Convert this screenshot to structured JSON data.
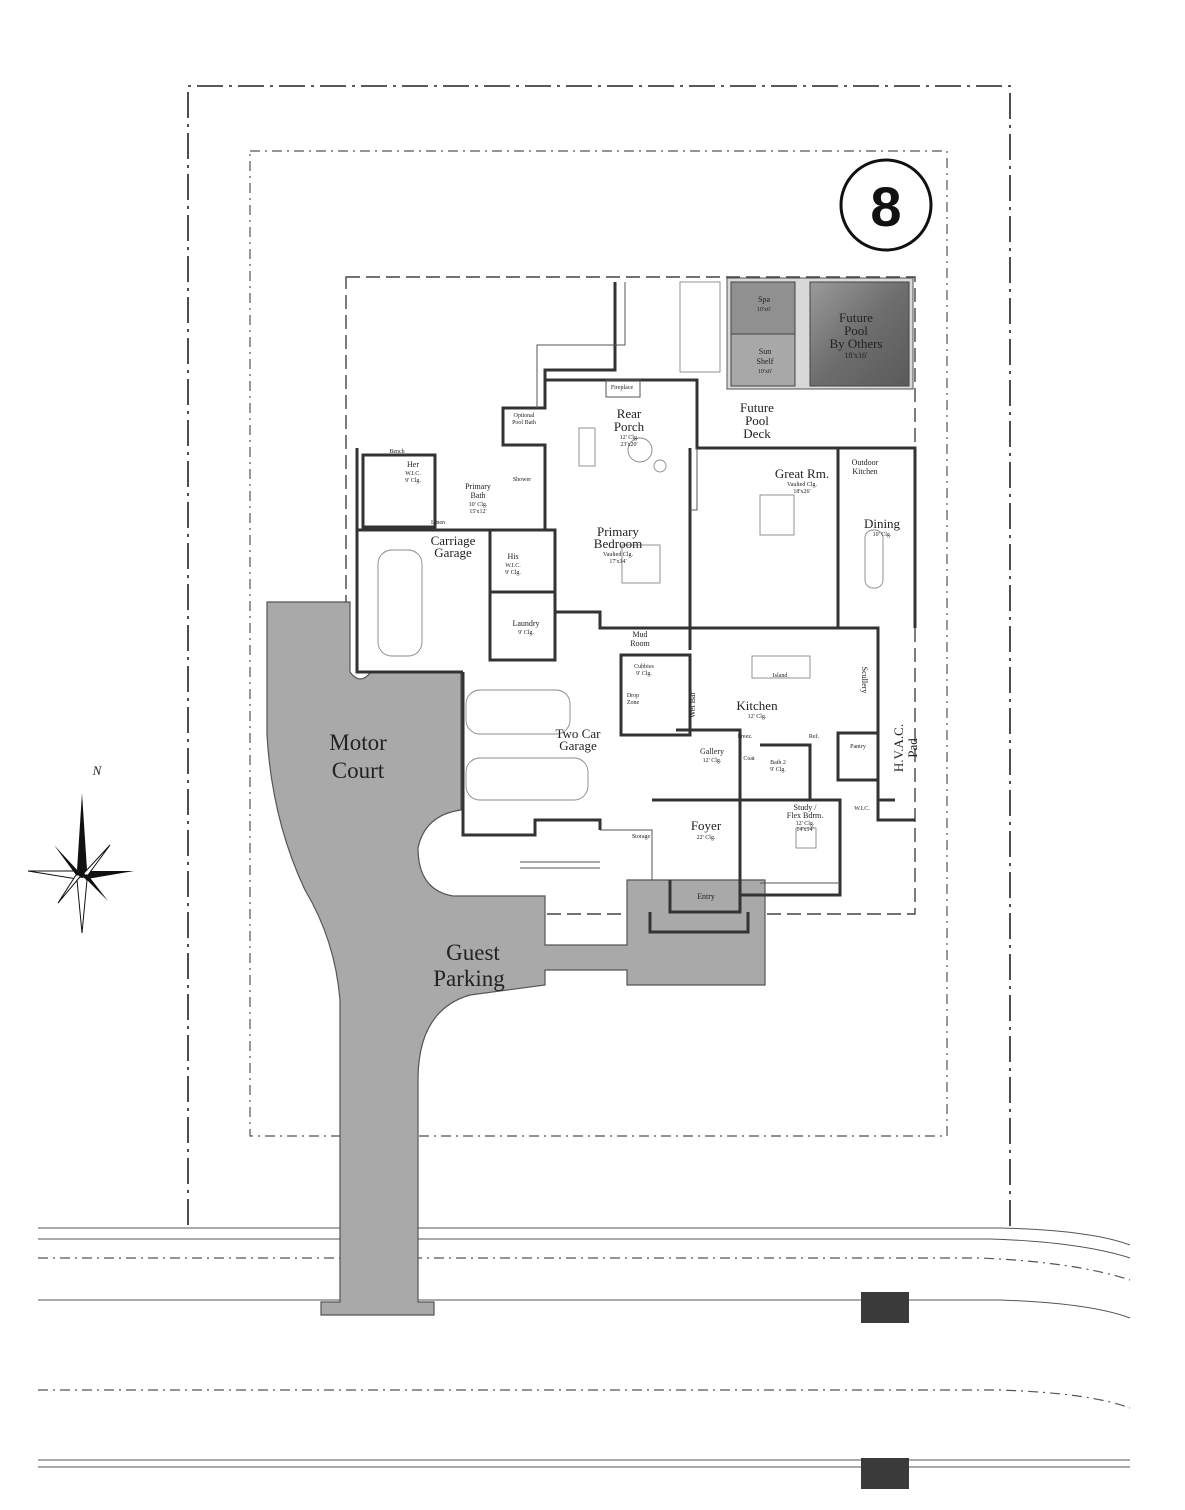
{
  "lot": {
    "number": "8"
  },
  "north": {
    "label": "N"
  },
  "site": {
    "motor_court": [
      "Motor",
      "Court"
    ],
    "guest_parking": [
      "Guest",
      "Parking"
    ]
  },
  "pool": {
    "spa": {
      "name": "Spa",
      "dims": "10'x6'"
    },
    "sun_shelf": {
      "name": "Sun",
      "name2": "Shelf",
      "dims": "10'x6'"
    },
    "future_pool": {
      "line1": "Future",
      "line2": "Pool",
      "line3": "By Others",
      "dims": "18'x16'"
    },
    "deck": [
      "Future",
      "Pool",
      "Deck"
    ]
  },
  "rooms": {
    "rear_porch": {
      "name1": "Rear",
      "name2": "Porch",
      "ceiling": "12' Clg.",
      "dims": "23'x20'"
    },
    "optional_pool_bath": {
      "name1": "Optional",
      "name2": "Pool Bath"
    },
    "her_wic": {
      "name": "Her",
      "name2": "W.I.C.",
      "ceiling": "9' Clg."
    },
    "primary_bath": {
      "name1": "Primary",
      "name2": "Bath",
      "ceiling": "10' Clg.",
      "dims": "15'x12'"
    },
    "shower": {
      "name": "Shower"
    },
    "carriage_garage": {
      "name1": "Carriage",
      "name2": "Garage"
    },
    "his_wic": {
      "name": "His",
      "name2": "W.I.C.",
      "ceiling": "9' Clg."
    },
    "primary_bedroom": {
      "name1": "Primary",
      "name2": "Bedroom",
      "ceiling": "Vaulted Clg.",
      "dims": "17'x14'"
    },
    "great_room": {
      "name": "Great Rm.",
      "ceiling": "Vaulted Clg.",
      "dims": "18'x26'"
    },
    "outdoor_kitchen": {
      "name1": "Outdoor",
      "name2": "Kitchen"
    },
    "dining": {
      "name": "Dining",
      "ceiling": "10' Clg."
    },
    "laundry": {
      "name": "Laundry",
      "ceiling": "9' Clg."
    },
    "mud_room": {
      "name1": "Mud",
      "name2": "Room"
    },
    "cubbies": {
      "name": "Cubbies",
      "ceiling": "9' Clg."
    },
    "drop_zone": {
      "name1": "Drop",
      "name2": "Zone"
    },
    "wet_bar": {
      "name": "Wet Bar"
    },
    "island": {
      "name": "Island"
    },
    "kitchen": {
      "name": "Kitchen",
      "ceiling": "12' Clg."
    },
    "scullery": {
      "name": "Scullery"
    },
    "hvac": {
      "name": "H.V.A.C.",
      "name2": "Pad"
    },
    "pantry": {
      "name": "Pantry"
    },
    "two_car_garage": {
      "name1": "Two Car",
      "name2": "Garage"
    },
    "gallery": {
      "name": "Gallery",
      "ceiling": "12' Clg."
    },
    "bath2": {
      "name": "Bath 2",
      "ceiling": "9' Clg."
    },
    "wic": {
      "name": "W.I.C."
    },
    "study": {
      "name1": "Study /",
      "name2": "Flex Bdrm.",
      "ceiling": "12' Clg.",
      "dims": "14'x14'"
    },
    "foyer": {
      "name": "Foyer",
      "ceiling": "22' Clg."
    },
    "entry": {
      "name": "Entry"
    },
    "storage": {
      "name": "Storage"
    },
    "coat": {
      "name": "Coat"
    },
    "freez": {
      "name": "Freez."
    },
    "ref": {
      "name": "Ref."
    },
    "fireplace": {
      "name": "Fireplace"
    },
    "linen": {
      "name": "Linen"
    },
    "bench": {
      "name": "Bench"
    }
  }
}
